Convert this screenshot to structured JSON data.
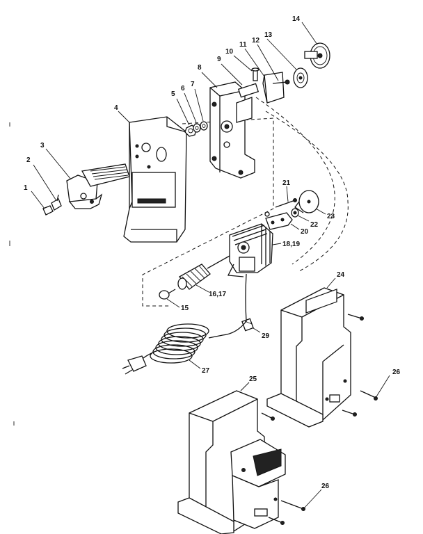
{
  "callouts": [
    {
      "id": "c1",
      "label": "1"
    },
    {
      "id": "c2",
      "label": "2"
    },
    {
      "id": "c3",
      "label": "3"
    },
    {
      "id": "c4",
      "label": "4"
    },
    {
      "id": "c5",
      "label": "5"
    },
    {
      "id": "c6",
      "label": "6"
    },
    {
      "id": "c7",
      "label": "7"
    },
    {
      "id": "c8",
      "label": "8"
    },
    {
      "id": "c9",
      "label": "9"
    },
    {
      "id": "c10",
      "label": "10"
    },
    {
      "id": "c11",
      "label": "11"
    },
    {
      "id": "c12",
      "label": "12"
    },
    {
      "id": "c13",
      "label": "13"
    },
    {
      "id": "c14",
      "label": "14"
    },
    {
      "id": "c15",
      "label": "15"
    },
    {
      "id": "c16_17",
      "label": "16,17"
    },
    {
      "id": "c18_19",
      "label": "18,19"
    },
    {
      "id": "c20",
      "label": "20"
    },
    {
      "id": "c21",
      "label": "21"
    },
    {
      "id": "c22",
      "label": "22"
    },
    {
      "id": "c23",
      "label": "23"
    },
    {
      "id": "c24",
      "label": "24"
    },
    {
      "id": "c25",
      "label": "25"
    },
    {
      "id": "c26a",
      "label": "26"
    },
    {
      "id": "c26b",
      "label": "26"
    },
    {
      "id": "c27",
      "label": "27"
    },
    {
      "id": "c29",
      "label": "29"
    }
  ]
}
